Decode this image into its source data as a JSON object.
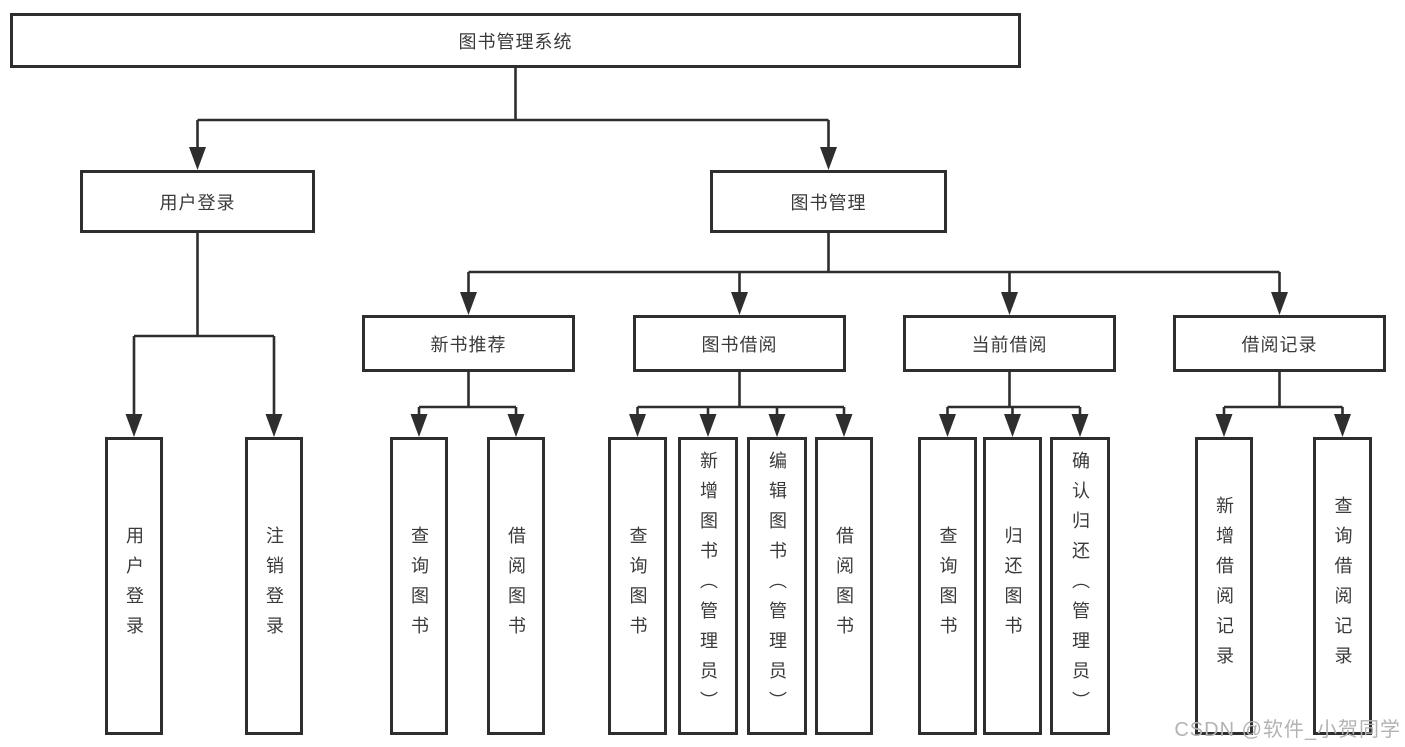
{
  "diagram": {
    "tree": {
      "label": "图书管理系统",
      "children": [
        {
          "label": "用户登录",
          "children": [
            {
              "label": "用户登录"
            },
            {
              "label": "注销登录"
            }
          ]
        },
        {
          "label": "图书管理",
          "children": [
            {
              "label": "新书推荐",
              "children": [
                {
                  "label": "查询图书"
                },
                {
                  "label": "借阅图书"
                }
              ]
            },
            {
              "label": "图书借阅",
              "children": [
                {
                  "label": "查询图书"
                },
                {
                  "label": "新增图书（管理员）"
                },
                {
                  "label": "编辑图书（管理员）"
                },
                {
                  "label": "借阅图书"
                }
              ]
            },
            {
              "label": "当前借阅",
              "children": [
                {
                  "label": "查询图书"
                },
                {
                  "label": "归还图书"
                },
                {
                  "label": "确认归还（管理员）"
                }
              ]
            },
            {
              "label": "借阅记录",
              "children": [
                {
                  "label": "新增借阅记录"
                },
                {
                  "label": "查询借阅记录"
                }
              ]
            }
          ]
        }
      ]
    },
    "colors": {
      "line": "#2e2e2e",
      "text": "#3a3a3a",
      "box_fill": "#ffffff",
      "watermark": "#b3b3b3"
    }
  },
  "watermark": "CSDN @软件_小贺同学"
}
